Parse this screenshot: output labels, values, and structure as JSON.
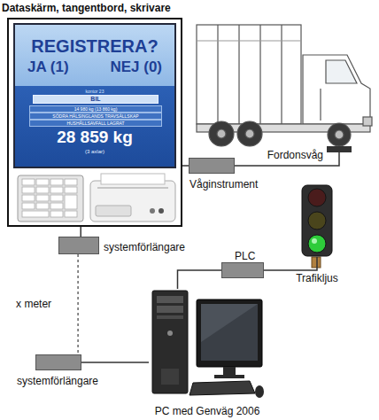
{
  "diagram": {
    "nodes": [
      {
        "text": [
          "Dataskärm, tangentbord, skrivare"
        ]
      },
      {
        "text": [
          "REGISTRERA?",
          "JA (1)",
          "NEJ (0)",
          "kontor 23",
          "BIL",
          "14 980 kg (13 860 kg)",
          "SÖDRA HÄLSINGLANDS TRAVSÄLLSKAP",
          "HUSHÅLLSAVFALL LAGRAT",
          "28 859 kg",
          "(3 axlar)"
        ],
        "in": 0
      },
      {
        "text": [
          "Fordonsvåg"
        ]
      },
      {
        "text": [
          "Våginstrument"
        ]
      },
      {
        "text": [
          "Trafikljus"
        ]
      },
      {
        "text": [
          "systemförlängare"
        ]
      },
      {
        "text": [
          "PLC"
        ]
      },
      {
        "text": [
          "systemförlängare"
        ]
      },
      {
        "text": [
          "PC med Genväg 2006"
        ]
      }
    ],
    "edges": [
      {
        "from": 0,
        "to": 5,
        "arrow": "none"
      },
      {
        "from": 5,
        "to": 7,
        "label": "x meter",
        "arrow": "none"
      },
      {
        "from": 7,
        "to": 8,
        "arrow": "none"
      },
      {
        "from": 8,
        "to": 6,
        "arrow": "none"
      },
      {
        "from": 6,
        "to": 4,
        "arrow": "none"
      },
      {
        "from": 3,
        "to": 0,
        "arrow": "none"
      },
      {
        "from": 3,
        "to": 2,
        "arrow": "none"
      }
    ]
  }
}
